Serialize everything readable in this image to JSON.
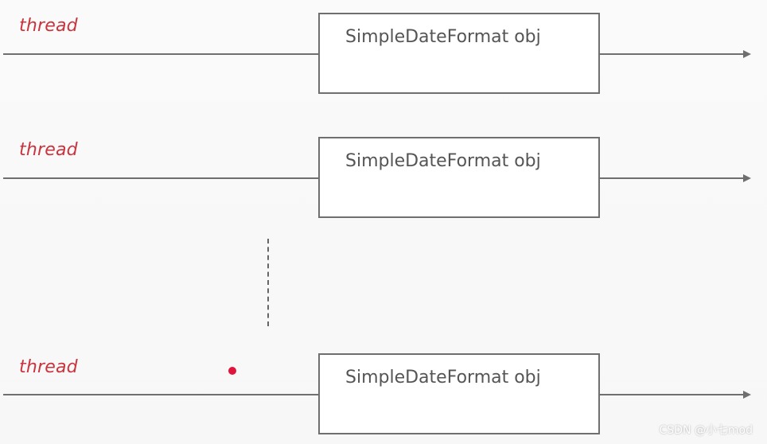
{
  "diagram": {
    "rows": [
      {
        "thread_label": "thread",
        "object_label": "SimpleDateFormat obj"
      },
      {
        "thread_label": "thread",
        "object_label": "SimpleDateFormat obj"
      },
      {
        "thread_label": "thread",
        "object_label": "SimpleDateFormat obj"
      }
    ]
  },
  "watermark": "CSDN @小七mod",
  "colors": {
    "thread_text": "#c9343e",
    "line": "#6f6f6f",
    "box_border": "#6f6f6f",
    "dot": "#e0143c"
  }
}
